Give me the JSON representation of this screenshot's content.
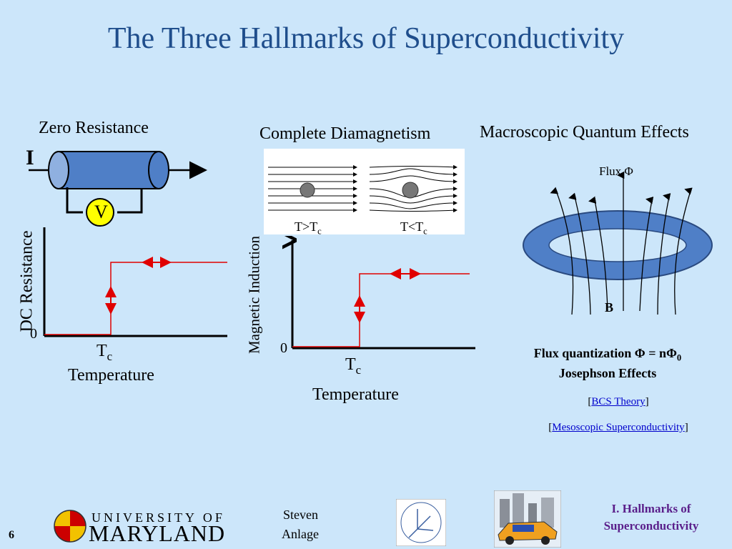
{
  "slide": {
    "title": "The Three Hallmarks of Superconductivity",
    "page_number": "6",
    "background": "#cce6fa",
    "title_color": "#1f4e8c"
  },
  "zero_resistance": {
    "heading": "Zero Resistance",
    "current_label": "I",
    "voltmeter_label": "V",
    "ylabel": "DC Resistance",
    "zero_label": "0",
    "tc_label": "T",
    "tc_sub": "c",
    "xlabel": "Temperature"
  },
  "diamagnetism": {
    "heading": "Complete Diamagnetism",
    "left_caption": "T>T",
    "right_caption": "T<T",
    "caption_sub": "c",
    "ylabel": "Magnetic Induction",
    "zero_label": "0",
    "tc_label": "T",
    "tc_sub": "c",
    "xlabel": "Temperature"
  },
  "quantum": {
    "heading": "Macroscopic Quantum Effects",
    "flux_label": "Flux Φ",
    "b_label": "B",
    "flux_quantization": "Flux quantization Φ = nΦ",
    "flux_sub": "0",
    "josephson": "Josephson Effects",
    "link1": "BCS Theory",
    "link2": "Mesoscopic Superconductivity"
  },
  "footer": {
    "university_top": "UNIVERSITY OF",
    "university_bottom": "MARYLAND",
    "author_first": "Steven",
    "author_last": "Anlage",
    "section_line1": "I. Hallmarks of",
    "section_line2": "Superconductivity",
    "section_color": "#5a1e8a"
  }
}
